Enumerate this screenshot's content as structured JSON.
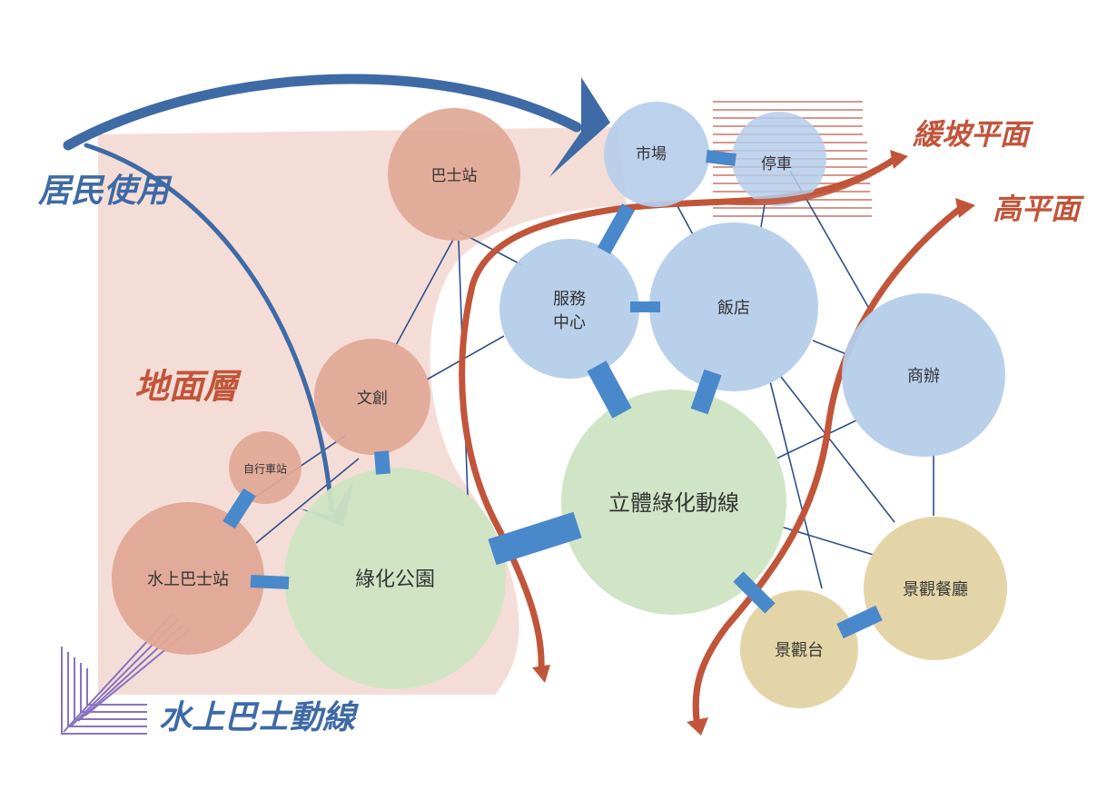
{
  "colors": {
    "pink_node": "#dfa796",
    "pink_zone": "#f3d7d0",
    "blue_node": "#b5cdea",
    "green_node": "#cde4c3",
    "tan_node": "#e3d3a3",
    "connector": "#4a88cc",
    "thin_line": "#2e4f8c",
    "red_arrow": "#c1553a",
    "blue_arrow": "#3e6aa5",
    "purple_lines": "#8872c0",
    "red_hatch": "#c35c50"
  },
  "nodes": {
    "bus_station": "巴士站",
    "market": "市場",
    "parking": "停車",
    "service_center_1": "服務",
    "service_center_2": "中心",
    "hotel": "飯店",
    "office": "商辦",
    "cultural": "文創",
    "bike_station": "自行車站",
    "water_bus_station": "水上巴士站",
    "green_park": "綠化公園",
    "green_circulation": "立體綠化動線",
    "viewing_platform": "景觀台",
    "viewing_restaurant": "景觀餐廳"
  },
  "annotations": {
    "resident_use": "居民使用",
    "ground_floor": "地面層",
    "ramp_plane": "緩坡平面",
    "high_plane": "高平面",
    "water_bus_route": "水上巴士動線"
  }
}
